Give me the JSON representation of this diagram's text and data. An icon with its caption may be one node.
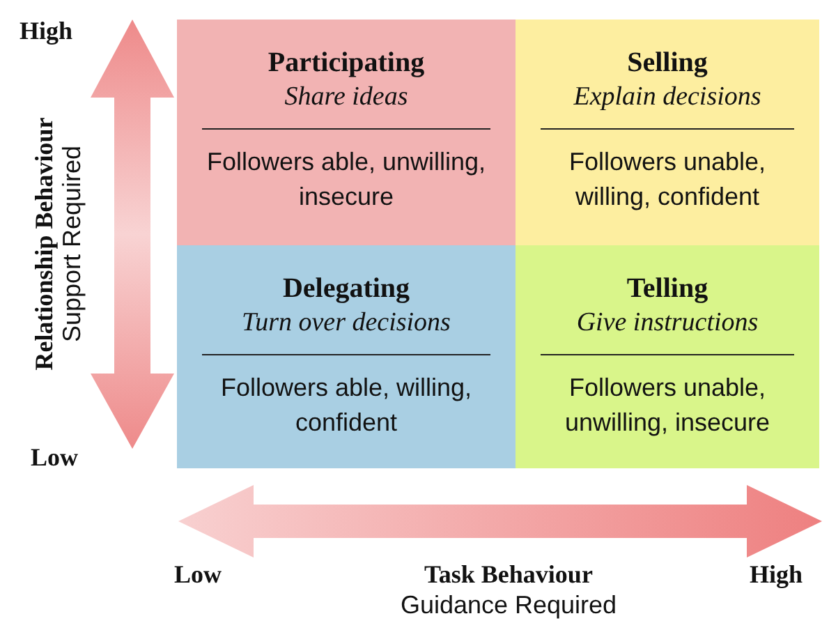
{
  "diagram": {
    "nodes": [
      {
        "text": [
          "Participating",
          "Share ideas",
          "Followers able, unwilling, insecure"
        ]
      },
      {
        "text": [
          "Selling",
          "Explain decisions",
          "Followers unable, willing, confident"
        ]
      },
      {
        "text": [
          "Delegating",
          "Turn over decisions",
          "Followers able, willing, confident"
        ]
      },
      {
        "text": [
          "Telling",
          "Give instructions",
          "Followers unable, unwilling, insecure"
        ]
      }
    ],
    "labels": [
      "High",
      "Relationship Behaviour",
      "Support Required",
      "Low",
      "Low",
      "Task Behaviour",
      "High",
      "Guidance Required"
    ]
  }
}
